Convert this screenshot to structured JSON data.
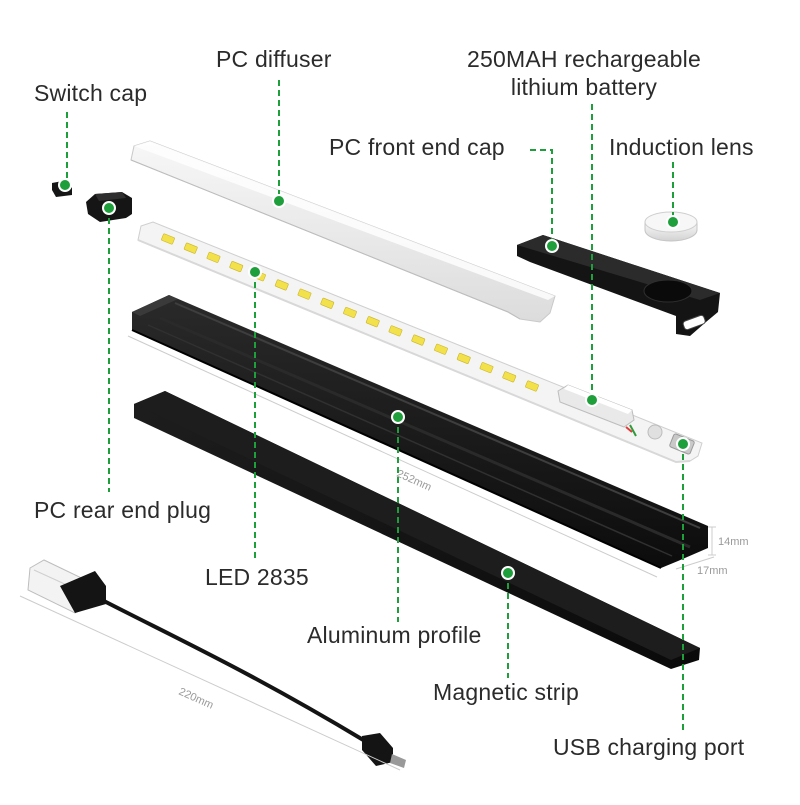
{
  "labels": {
    "switch_cap": "Switch cap",
    "pc_diffuser": "PC diffuser",
    "battery_line1": "250MAH rechargeable",
    "battery_line2": "lithium battery",
    "front_end_cap": "PC front end cap",
    "induction_lens": "Induction lens",
    "rear_end_plug": "PC rear end plug",
    "led": "LED 2835",
    "aluminum_profile": "Aluminum profile",
    "magnetic_strip": "Magnetic strip",
    "usb_port": "USB charging port"
  },
  "dimensions": {
    "profile_length": "252mm",
    "profile_height": "14mm",
    "profile_width": "17mm",
    "cable_length": "220mm"
  },
  "colors": {
    "accent_green": "#1f9e3c",
    "profile_black": "#151515",
    "led_yellow": "#f2e14a",
    "diffuser_white": "#ececec"
  }
}
